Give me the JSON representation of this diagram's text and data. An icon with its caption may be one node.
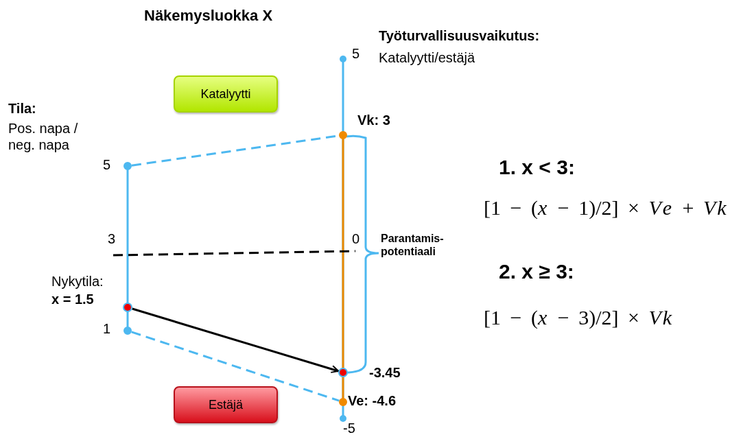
{
  "diagram": {
    "title": "Näkemysluokka X",
    "nodes": [
      {
        "text": [
          "Katalyytti"
        ]
      },
      {
        "text": [
          "Estäjä"
        ]
      },
      {
        "text": [],
        "shape": "circle",
        "beside": [
          "Nykytila:",
          "x = 1.5"
        ]
      },
      {
        "text": [],
        "shape": "circle",
        "beside": [
          "-3.45"
        ]
      },
      {
        "text": [],
        "shape": "circle"
      },
      {
        "text": [],
        "shape": "circle",
        "beside": [
          "Vk: 3"
        ]
      },
      {
        "text": [],
        "shape": "circle"
      },
      {
        "text": [],
        "shape": "circle",
        "beside": [
          "Ve: -4.6"
        ]
      }
    ],
    "edges": [
      {
        "from": 2,
        "to": 3,
        "arrow": "to",
        "color": "#000000"
      },
      {
        "from": 4,
        "to": 5,
        "arrow": "none",
        "style": "dashed",
        "color": "#4db8f0"
      },
      {
        "from": 6,
        "to": 7,
        "arrow": "none",
        "style": "dashed",
        "color": "#4db8f0"
      }
    ],
    "labels": [
      "Tila:",
      "Pos. napa / neg. napa",
      "5",
      "3",
      "1",
      "Työturvallisuusvaikutus:",
      "Katalyytti/estäjä",
      "5",
      "0",
      "Parantamis- potentiaali",
      "-5",
      "1. x < 3:",
      "[1 − (x − 1)/2] × Ve + Vk",
      "2. x ≥ 3:",
      "[1 − (x − 3)/2] × Vk"
    ]
  }
}
